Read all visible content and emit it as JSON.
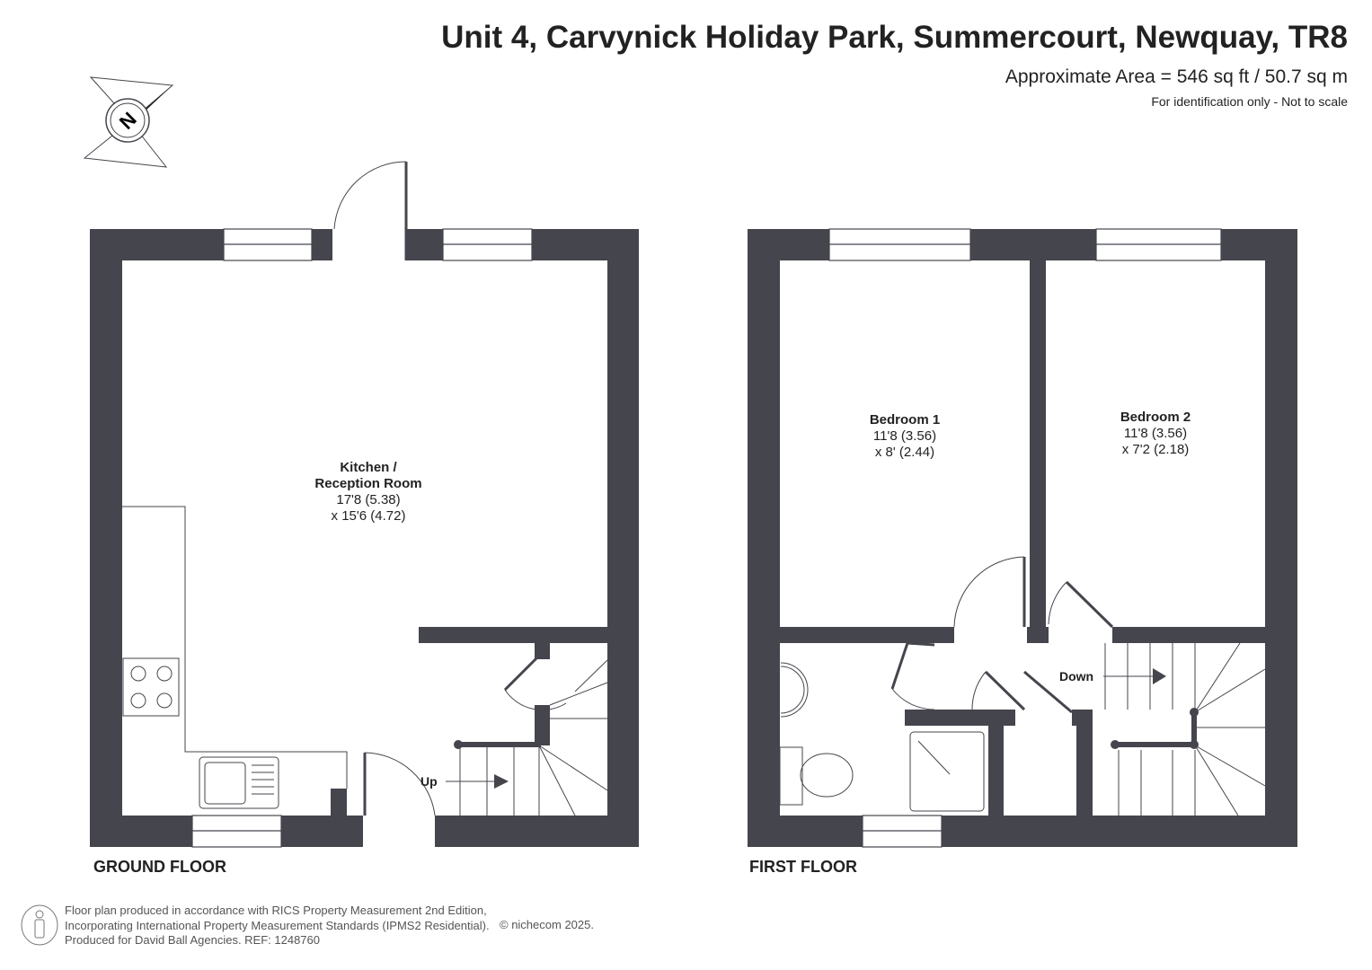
{
  "header": {
    "title": "Unit 4, Carvynick Holiday Park, Summercourt, Newquay, TR8",
    "area": "Approximate Area = 546 sq ft / 50.7 sq m",
    "note": "For identification only - Not to scale"
  },
  "compass": {
    "letter": "N"
  },
  "ground_floor": {
    "label": "GROUND FLOOR",
    "room": {
      "name1": "Kitchen /",
      "name2": "Reception Room",
      "dim1": "17'8 (5.38)",
      "dim2": "x 15'6 (4.72)"
    },
    "stairs_label": "Up"
  },
  "first_floor": {
    "label": "FIRST FLOOR",
    "rooms": [
      {
        "name": "Bedroom 1",
        "dim1": "11'8 (3.56)",
        "dim2": "x 8' (2.44)"
      },
      {
        "name": "Bedroom 2",
        "dim1": "11'8 (3.56)",
        "dim2": "x 7'2 (2.18)"
      }
    ],
    "stairs_label": "Down"
  },
  "footer": {
    "line1": "Floor plan produced in accordance with RICS Property Measurement 2nd Edition,",
    "line2": "Incorporating International Property Measurement Standards (IPMS2 Residential).",
    "line3": "Produced for David Ball Agencies.   REF:  1248760",
    "copyright": "© nichecom 2025."
  },
  "colors": {
    "wall": "#45454d"
  }
}
